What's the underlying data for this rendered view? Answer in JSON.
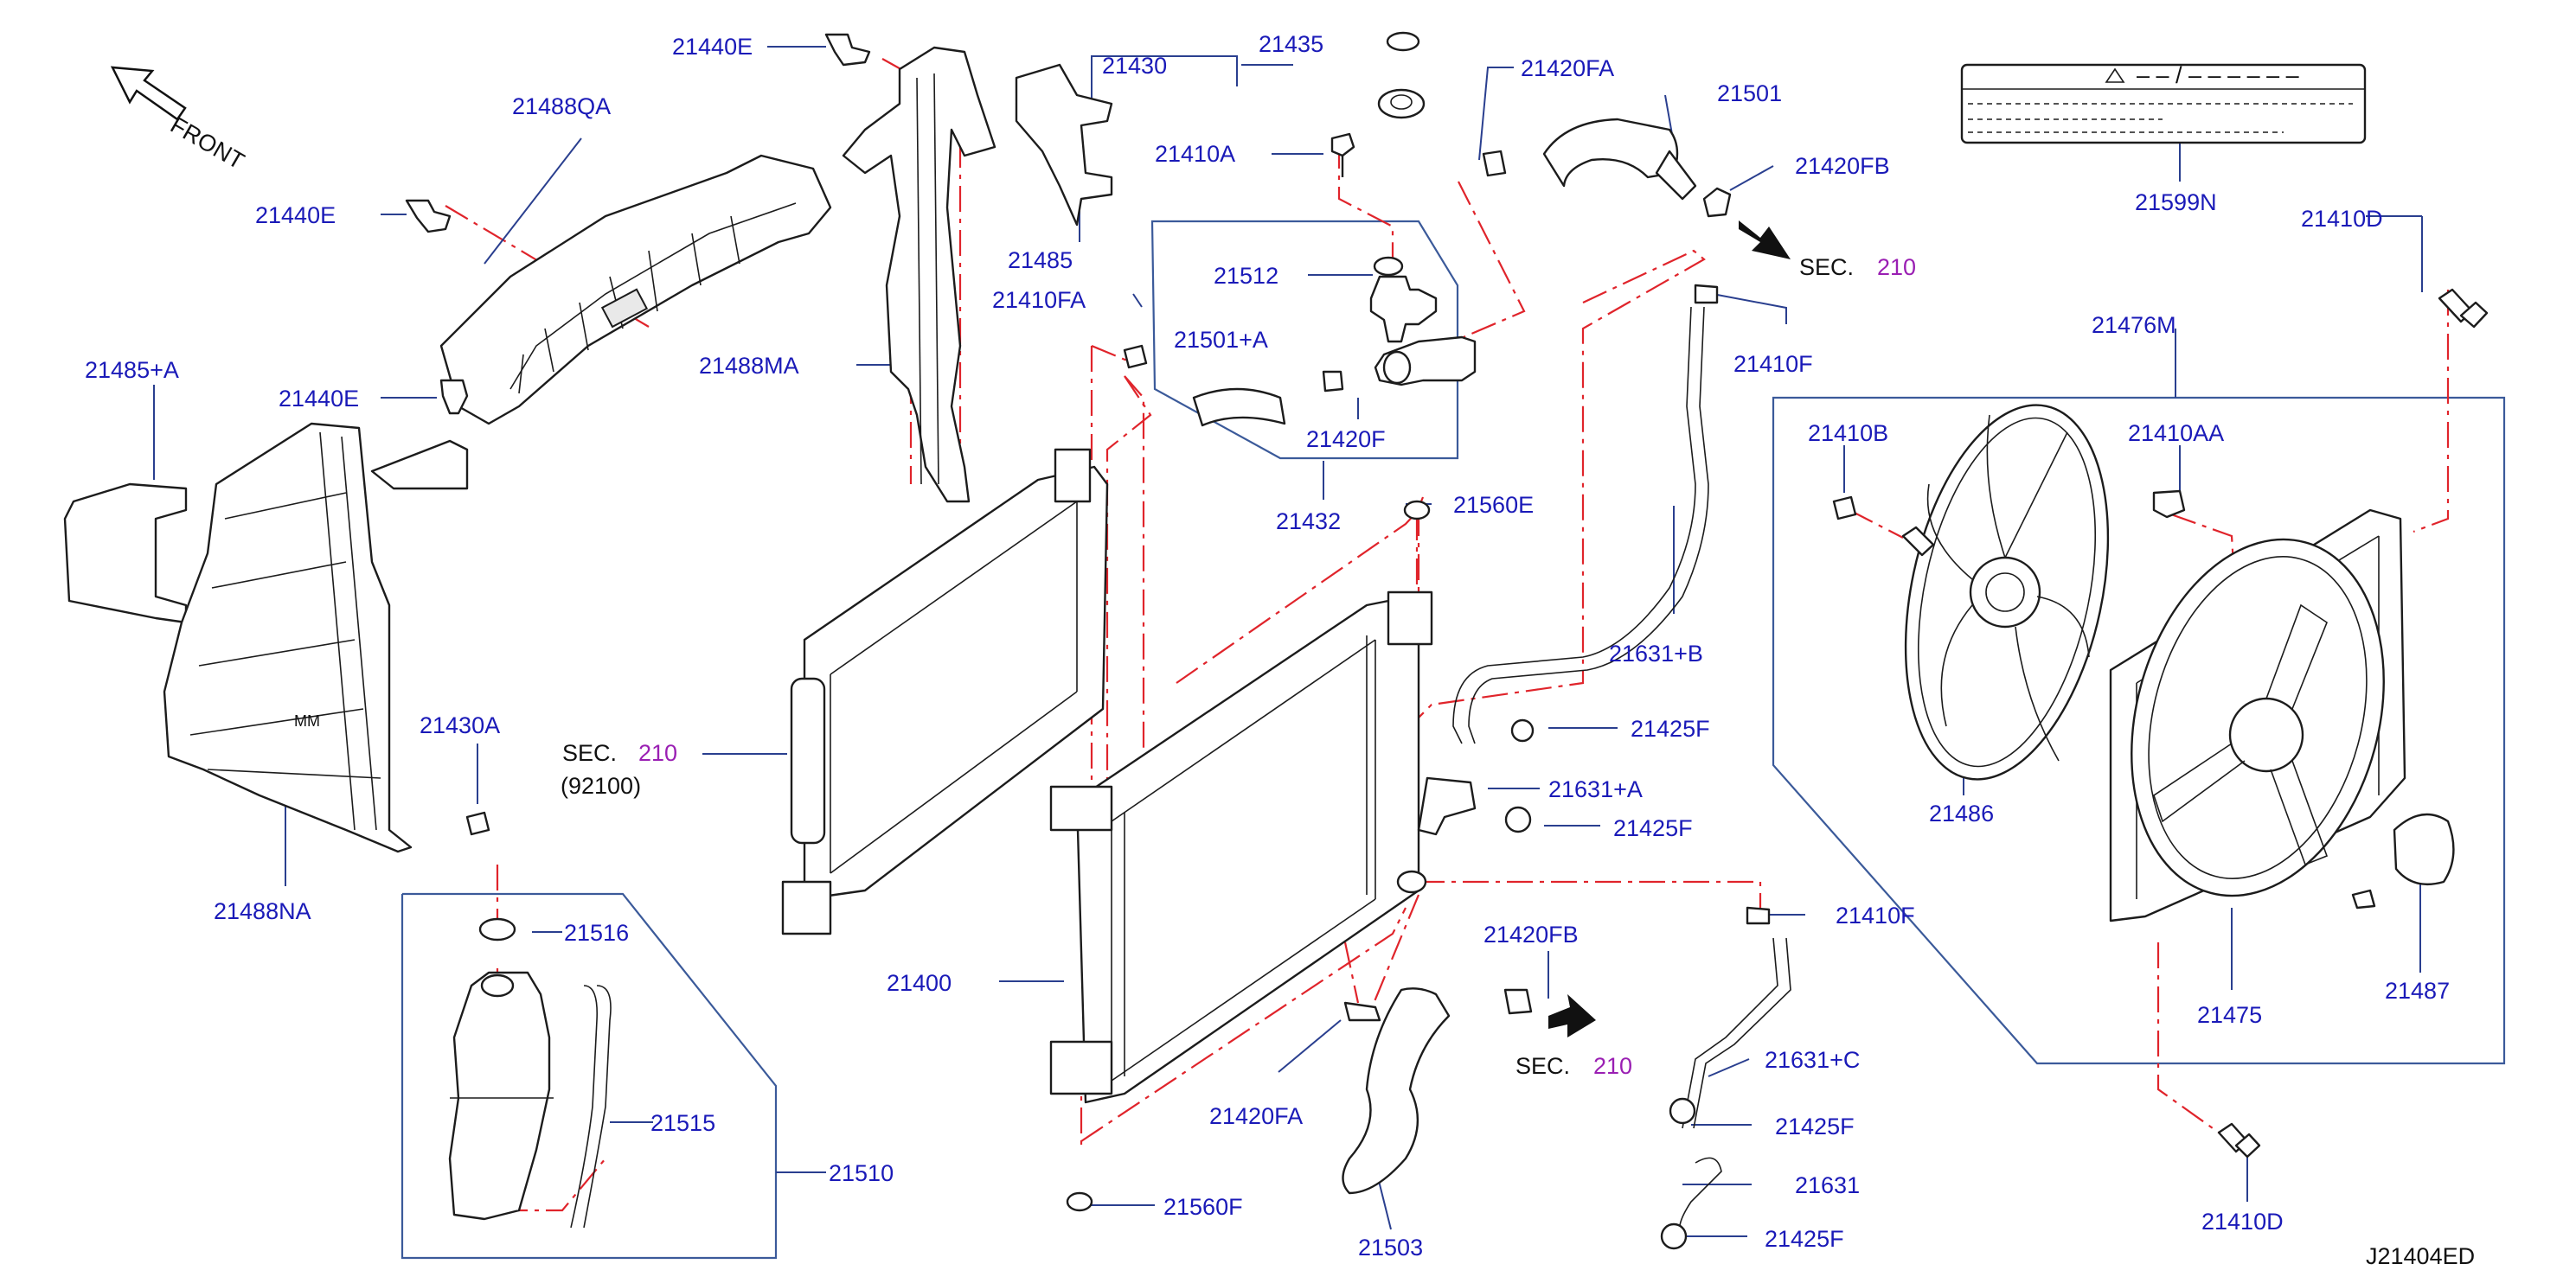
{
  "diagram": {
    "orientation": "FRONT",
    "drawing_id": "J21404ED",
    "label_note": "– – / – – – – – –",
    "section_ref": {
      "prefix": "SEC.",
      "number": "210",
      "sub": "(92100)"
    },
    "colors": {
      "label": "#1a1ab8",
      "section_number": "#9a1fb3",
      "centerline": "#e0242b",
      "group_box": "#3b5a9a"
    },
    "parts": [
      "21440E",
      "21488QA",
      "21440E",
      "21485+A",
      "21440E",
      "21488NA",
      "21430A",
      "21516",
      "21515",
      "21510",
      "21488MA",
      "21485",
      "21430",
      "21435",
      "21410A",
      "21512",
      "21501+A",
      "21420F",
      "21432",
      "21410FA",
      "21420FA",
      "21501",
      "21420FB",
      "21410F",
      "21560E",
      "21631+B",
      "21425F",
      "21631+A",
      "21425F",
      "21400",
      "21420FB",
      "21420FA",
      "21503",
      "21560F",
      "21410F",
      "21631+C",
      "21425F",
      "21631",
      "21425F",
      "21599N",
      "21410D",
      "21476M",
      "21410B",
      "21410AA",
      "21486",
      "21475",
      "21487",
      "21410D"
    ]
  }
}
